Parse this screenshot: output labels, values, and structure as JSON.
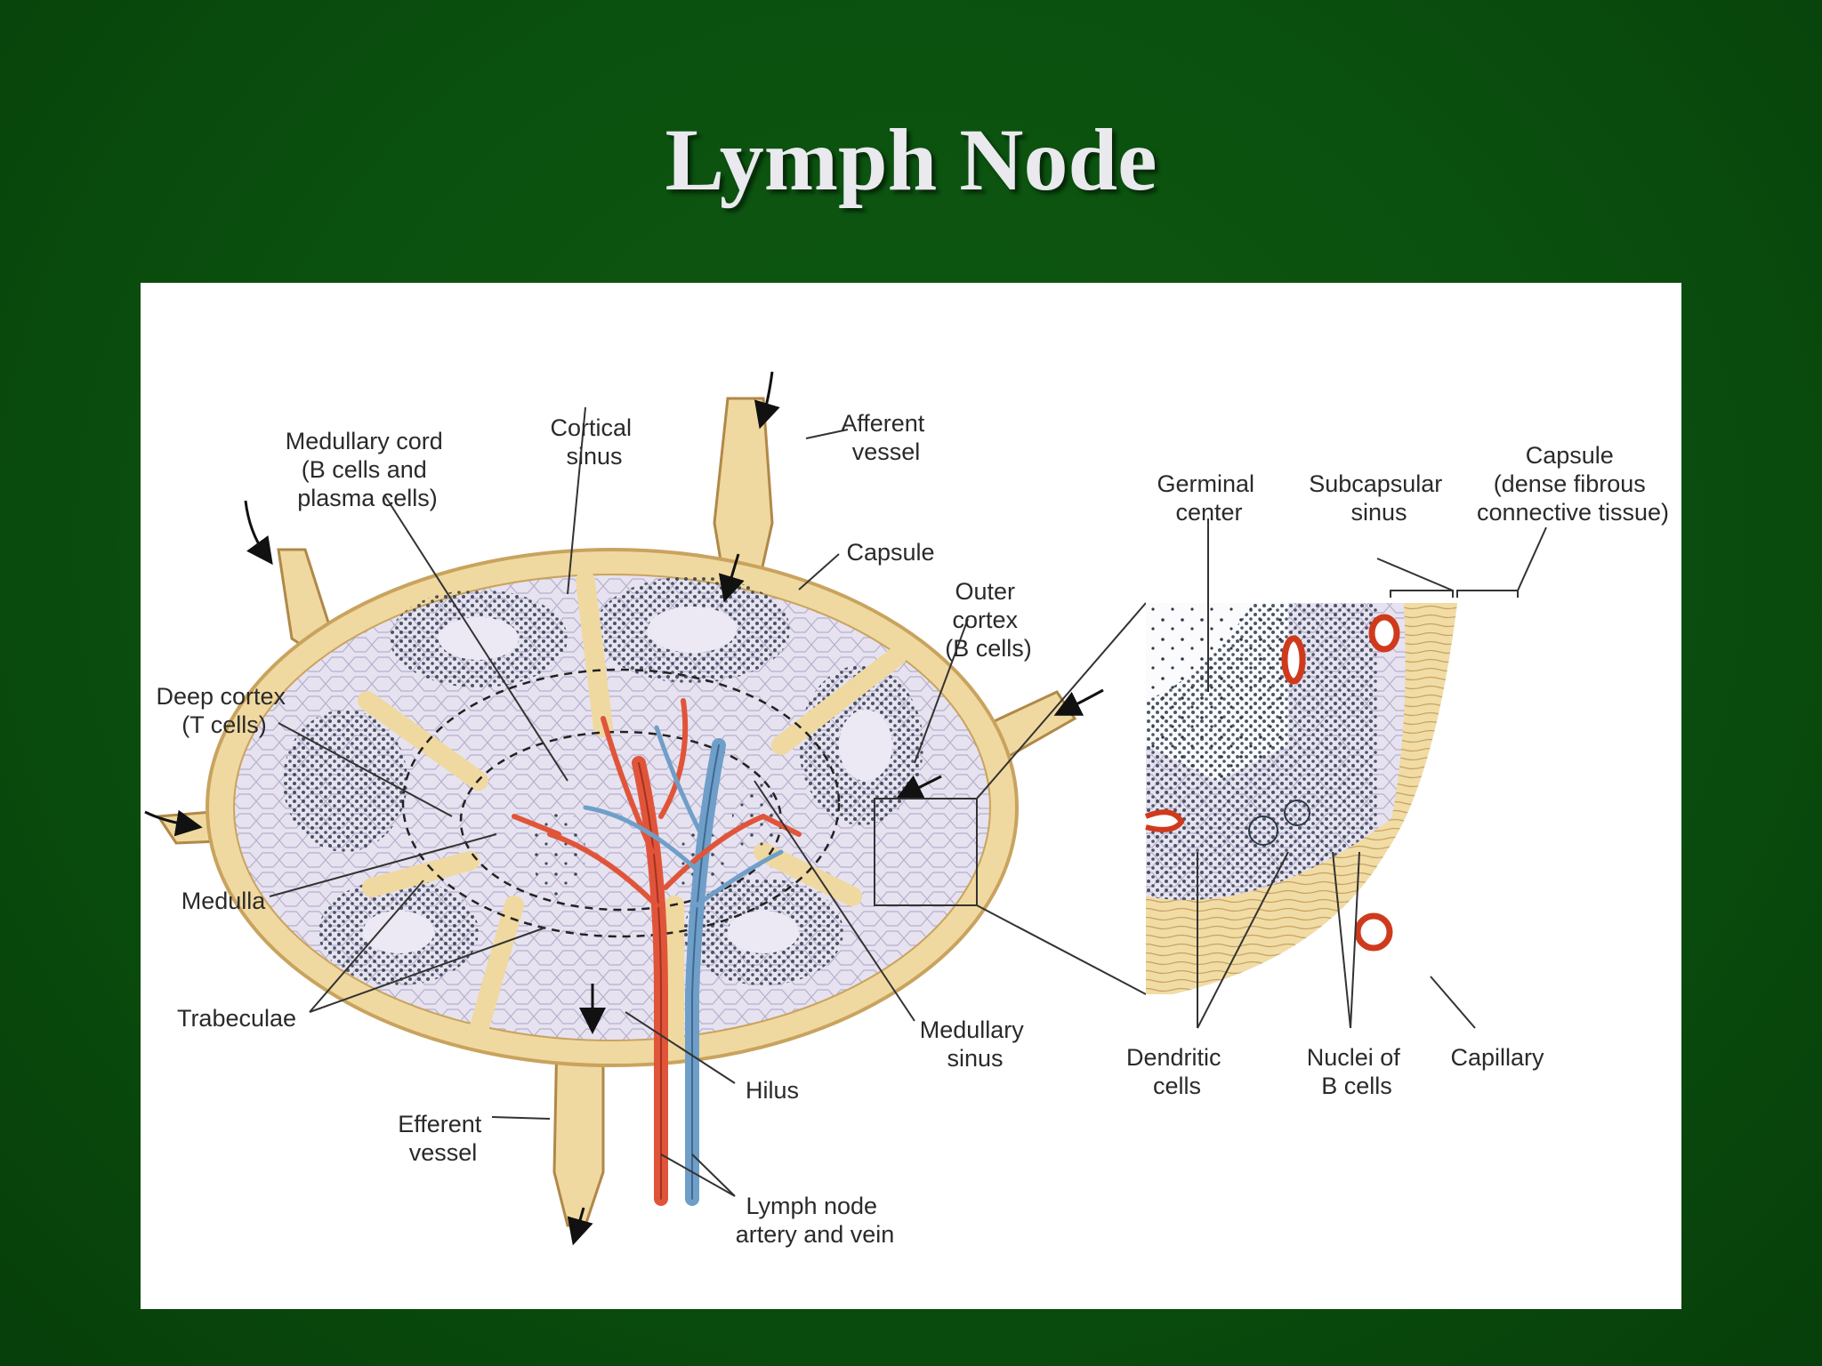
{
  "slide": {
    "title": "Lymph Node"
  },
  "colors": {
    "background": "#0a4f0e",
    "capsule": "#f0d9a0",
    "capsule_edge": "#c9a35e",
    "tissue": "#e4e0ee",
    "cells": "#2c3a4a",
    "artery": "#e0553a",
    "vein": "#6f9fc8"
  },
  "diagram": {
    "labels": {
      "medullary_cord": [
        "Medullary cord",
        "(B cells and",
        "plasma cells)"
      ],
      "cortical_sinus": [
        "Cortical",
        "sinus"
      ],
      "afferent_vessel": [
        "Afferent",
        "vessel"
      ],
      "capsule": [
        "Capsule"
      ],
      "outer_cortex": [
        "Outer",
        "cortex",
        "(B cells)"
      ],
      "deep_cortex": [
        "Deep cortex",
        "(T cells)"
      ],
      "medulla": [
        "Medulla"
      ],
      "trabeculae": [
        "Trabeculae"
      ],
      "efferent_vessel": [
        "Efferent",
        "vessel"
      ],
      "hilus": [
        "Hilus"
      ],
      "medullary_sinus": [
        "Medullary",
        "sinus"
      ],
      "artery_vein": [
        "Lymph node",
        "artery and vein"
      ],
      "germinal_center": [
        "Germinal",
        "center"
      ],
      "subcapsular_sinus": [
        "Subcapsular",
        "sinus"
      ],
      "capsule_detail": [
        "Capsule",
        "(dense fibrous",
        "connective tissue)"
      ],
      "dendritic_cells": [
        "Dendritic",
        "cells"
      ],
      "nuclei_b_cells": [
        "Nuclei of",
        "B cells"
      ],
      "capillary": [
        "Capillary"
      ]
    }
  }
}
